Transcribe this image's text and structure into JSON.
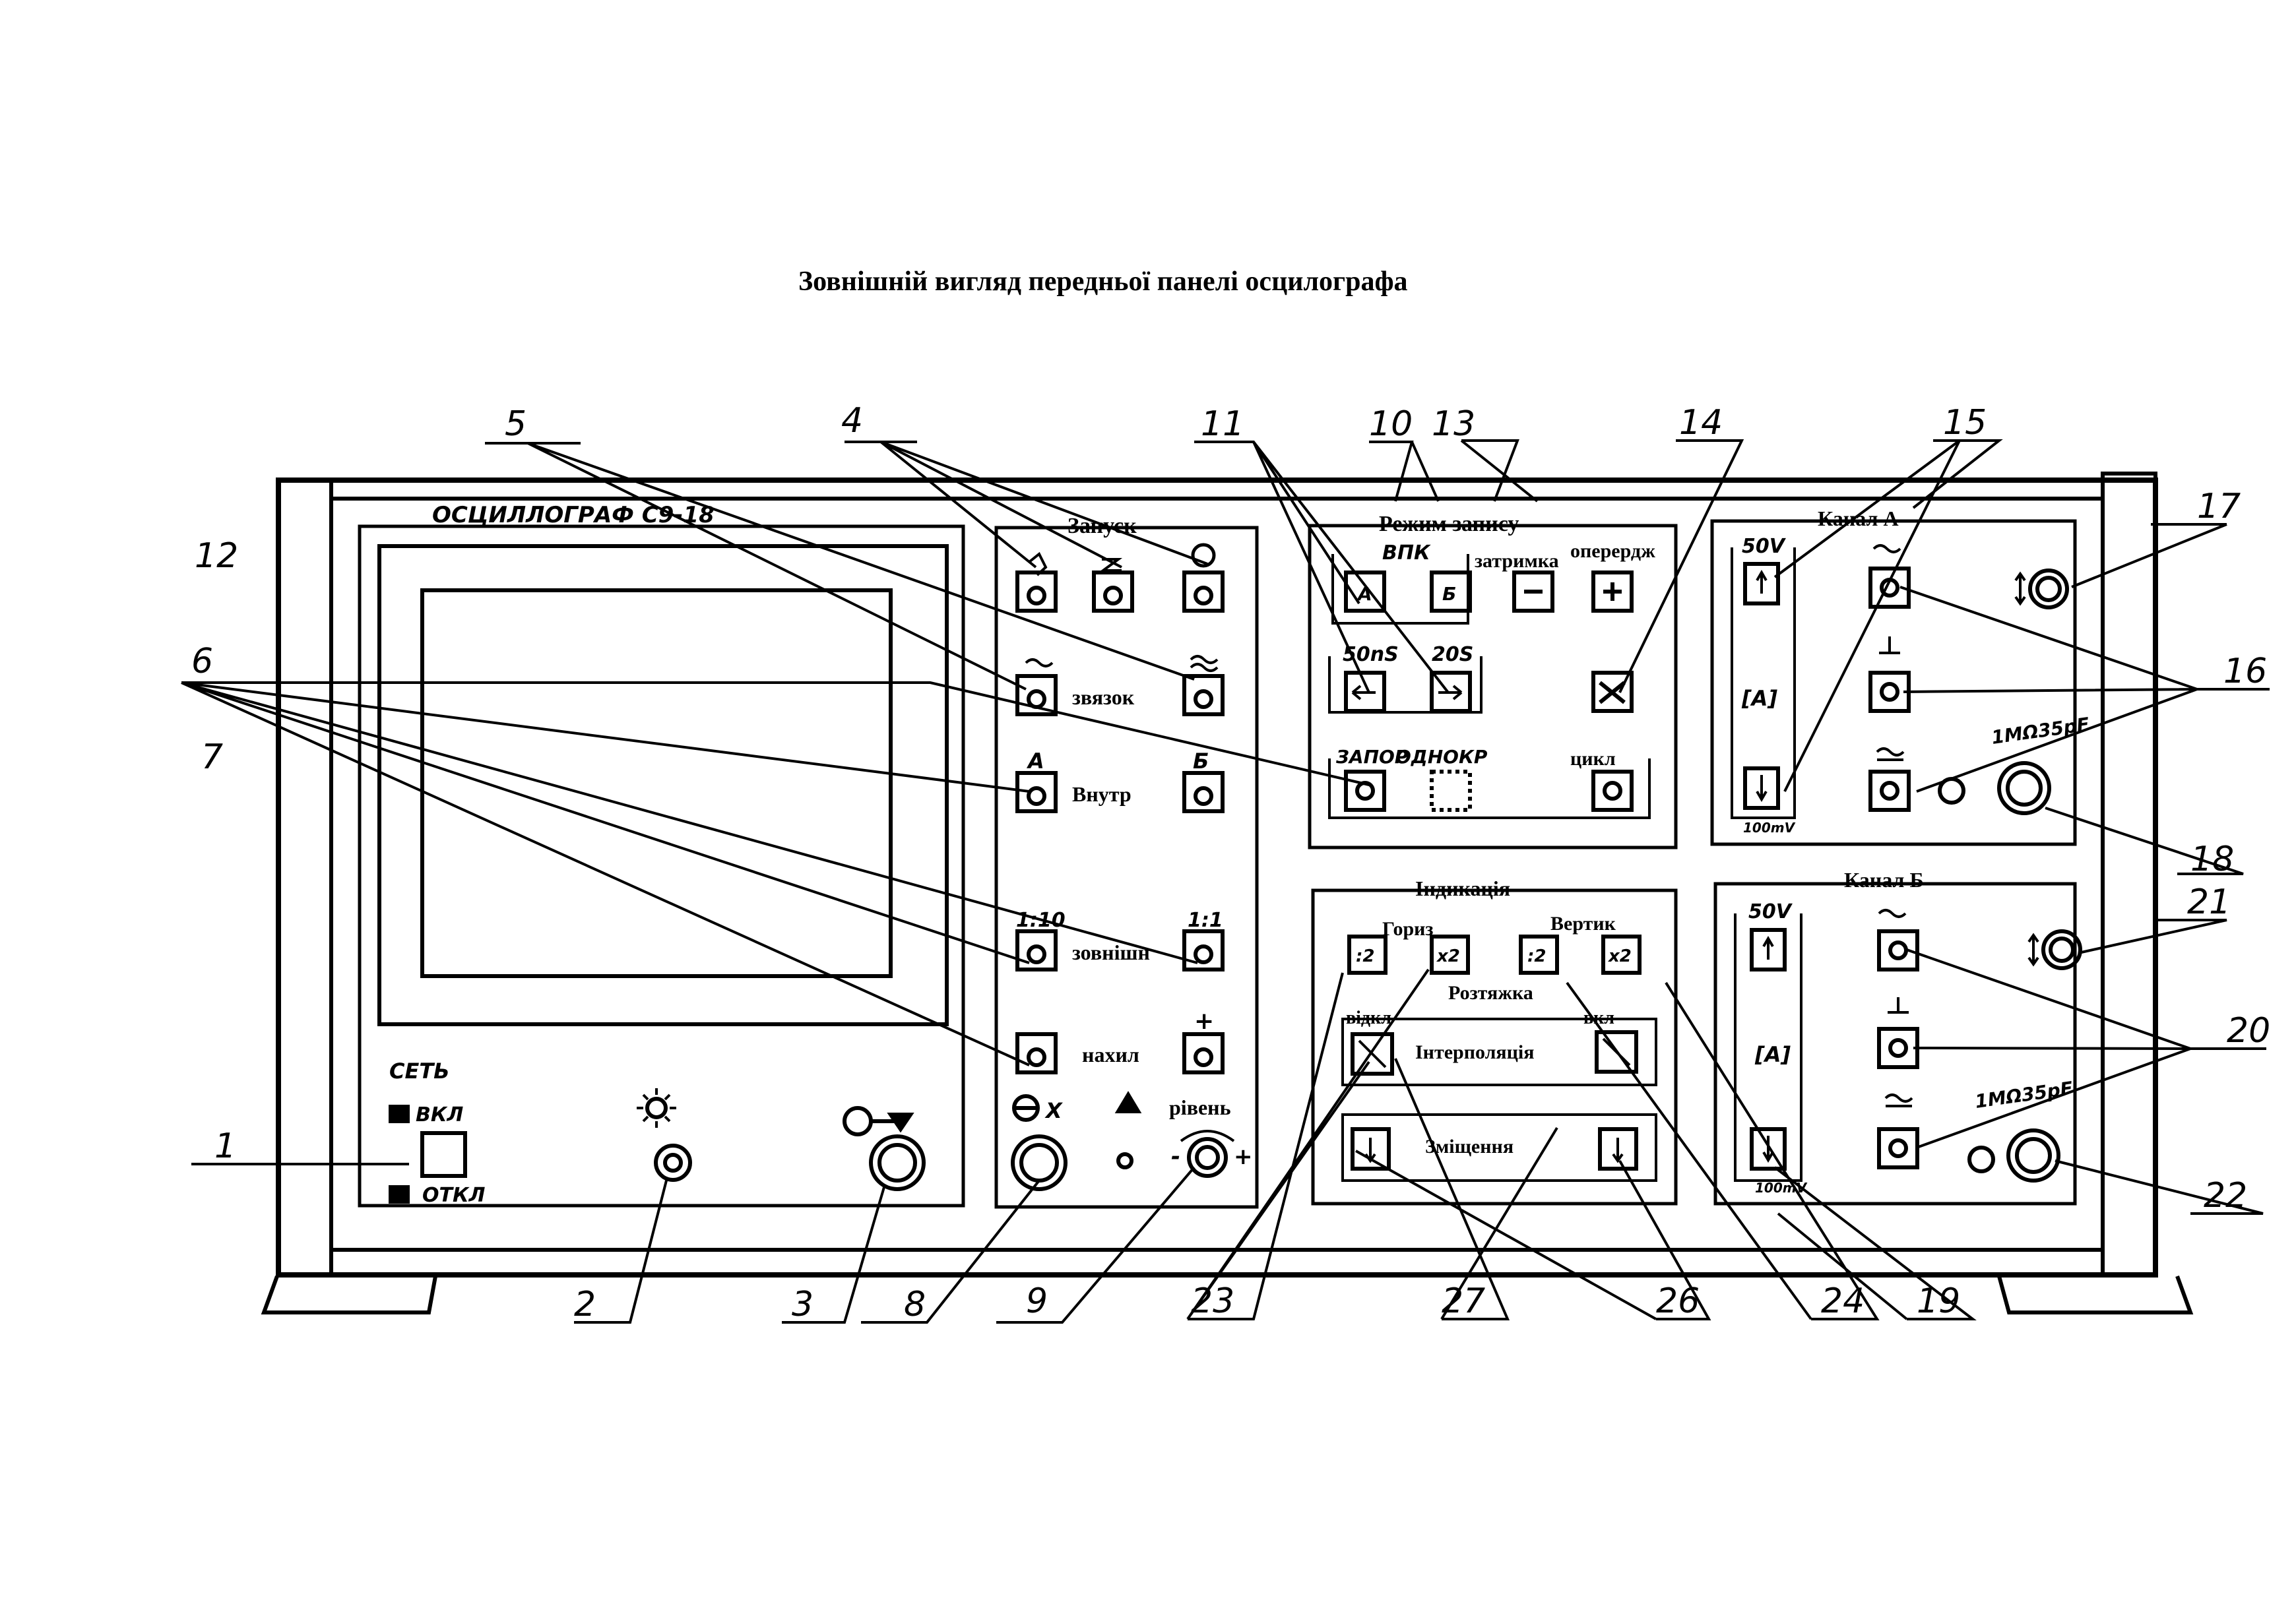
{
  "title": "Зовнішній вигляд передньої панелі осцилографа",
  "device": {
    "name": "ОСЦИЛЛОГРАФ С9-18",
    "power_label": "СЕТЬ",
    "power_on": "ВКЛ",
    "power_off": "ОТКЛ"
  },
  "trigger": {
    "section": "Запуск",
    "coupling": "звязок",
    "internal": "Внутр",
    "external": "зовнішн",
    "slope": "нахил",
    "level": "рівень",
    "ch_a": "А",
    "ch_b": "Б",
    "div10": "1:10",
    "div1": "1:1",
    "plus": "+",
    "x_label": "X"
  },
  "record": {
    "section": "Режим запису",
    "vpk": "ВПК",
    "delay": "затримка",
    "advance": "оперердж",
    "time_min": "50nS",
    "time_max": "20S",
    "lock": "ЗАПОР",
    "single": "ОДНОКР",
    "cycle": "цикл",
    "btn_a": "А",
    "btn_b": "Б"
  },
  "channel_a": {
    "title": "Канал А",
    "v_max": "50V",
    "v_min": "100mV",
    "mark": "[А]",
    "impedance": "1MΩ35pF"
  },
  "channel_b": {
    "title": "Канал Б",
    "v_max": "50V",
    "v_min": "100mV",
    "mark": "[А]",
    "impedance": "1MΩ35pF"
  },
  "indication": {
    "title": "Індикація",
    "horiz": "Гориз",
    "vert": "Вертик",
    "div2": ":2",
    "x2": "x2",
    "stretch": "Розтяжка",
    "off": "відкл",
    "on": "вкл",
    "interp": "Інтерполяція",
    "offset": "Зміщення"
  },
  "callouts": [
    "1",
    "2",
    "3",
    "4",
    "5",
    "6",
    "7",
    "8",
    "9",
    "10",
    "11",
    "12",
    "13",
    "14",
    "15",
    "16",
    "17",
    "18",
    "19",
    "20",
    "21",
    "22",
    "23",
    "24",
    "26",
    "27"
  ]
}
